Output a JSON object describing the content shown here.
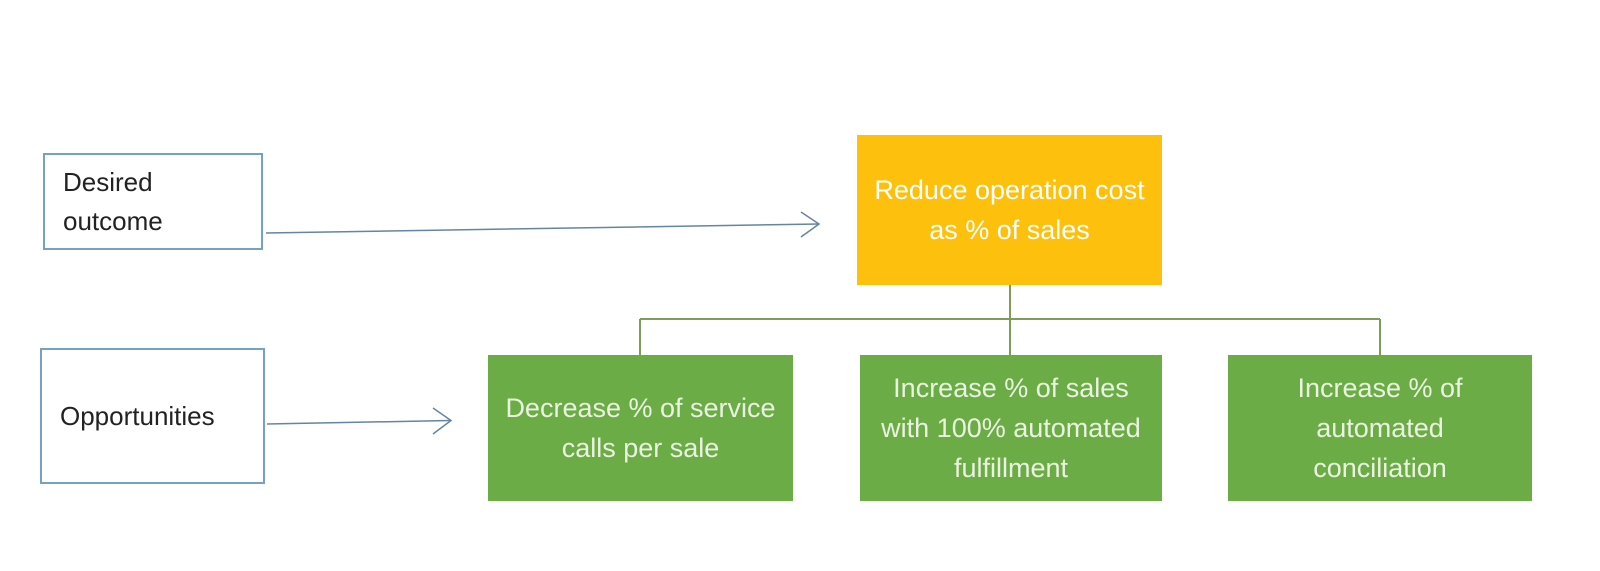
{
  "diagram": {
    "row_labels": [
      {
        "text": "Desired\noutcome"
      },
      {
        "text": "Opportunities"
      }
    ],
    "outcome_box": {
      "text": "Reduce operation cost\nas % of sales"
    },
    "opportunity_boxes": [
      {
        "text": "Decrease % of service\ncalls per sale"
      },
      {
        "text": "Increase % of sales\nwith 100% automated\nfulfillment"
      },
      {
        "text": "Increase % of\nautomated\nconciliation"
      }
    ],
    "colors": {
      "outcome_fill": "#FDC00D",
      "outcome_text": "#FFFFFF",
      "opportunity_fill": "#6CAC47",
      "opportunity_text": "#EAF3E0",
      "label_border": "#74A2C7",
      "label_text": "#222222",
      "connector": "#7E9E57",
      "arrow": "#6585A0"
    }
  }
}
